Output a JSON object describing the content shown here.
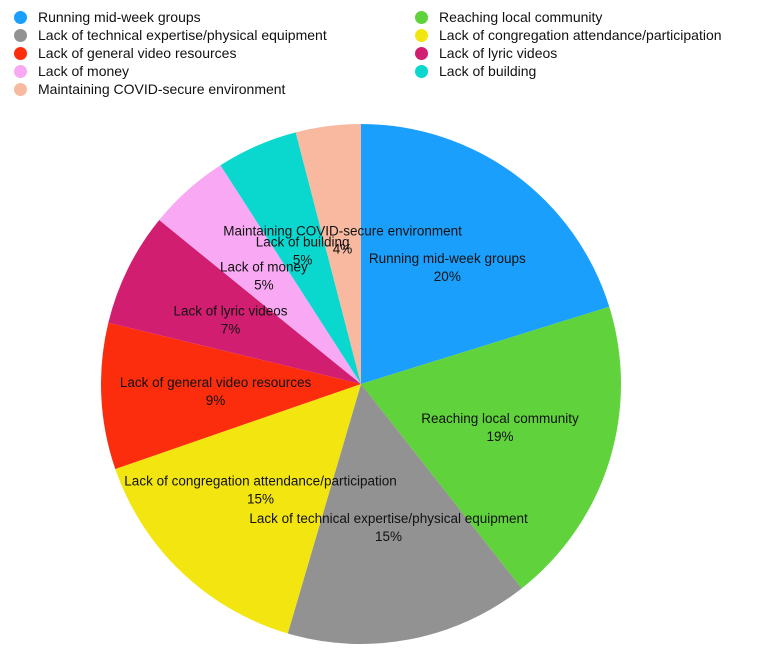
{
  "chart_data": {
    "type": "pie",
    "title": "",
    "legend_placement": "top",
    "start_angle_deg": 0,
    "direction": "clockwise",
    "slices": [
      {
        "label": "Running mid-week groups",
        "value": 20,
        "percent_text": "20%",
        "color": "#1a9ffc"
      },
      {
        "label": "Reaching local community",
        "value": 19,
        "percent_text": "19%",
        "color": "#5fd23c"
      },
      {
        "label": "Lack of technical expertise/physical equipment",
        "value": 15,
        "percent_text": "15%",
        "color": "#929292"
      },
      {
        "label": "Lack of congregation attendance/participation",
        "value": 15,
        "percent_text": "15%",
        "color": "#f3e610"
      },
      {
        "label": "Lack of general video resources",
        "value": 9,
        "percent_text": "9%",
        "color": "#fc2d0d"
      },
      {
        "label": "Lack of lyric videos",
        "value": 7,
        "percent_text": "7%",
        "color": "#d21e70"
      },
      {
        "label": "Lack of money",
        "value": 5,
        "percent_text": "5%",
        "color": "#f9a9f3"
      },
      {
        "label": "Lack of building",
        "value": 5,
        "percent_text": "5%",
        "color": "#0ad8cf"
      },
      {
        "label": "Maintaining COVID-secure environment",
        "value": 4,
        "percent_text": "4%",
        "color": "#f8b9a0"
      }
    ],
    "legend_order": [
      "Running mid-week groups",
      "Lack of technical expertise/physical equipment",
      "Lack of general video resources",
      "Lack of money",
      "Maintaining COVID-secure environment",
      "Reaching local community",
      "Lack of congregation attendance/participation",
      "Lack of lyric videos",
      "Lack of building"
    ]
  }
}
